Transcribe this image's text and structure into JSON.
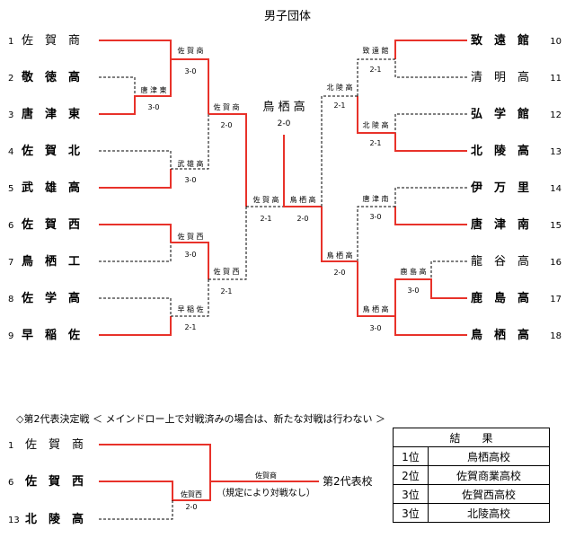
{
  "title": "男子団体",
  "left_teams": [
    {
      "seed": "1",
      "name": "佐　賀　商",
      "bold": false
    },
    {
      "seed": "2",
      "name": "敬　徳　高",
      "bold": true
    },
    {
      "seed": "3",
      "name": "唐　津　東",
      "bold": true
    },
    {
      "seed": "4",
      "name": "佐　賀　北",
      "bold": true
    },
    {
      "seed": "5",
      "name": "武　雄　高",
      "bold": true
    },
    {
      "seed": "6",
      "name": "佐　賀　西",
      "bold": true
    },
    {
      "seed": "7",
      "name": "鳥　栖　工",
      "bold": true
    },
    {
      "seed": "8",
      "name": "佐　学　高",
      "bold": true
    },
    {
      "seed": "9",
      "name": "早　稲　佐",
      "bold": true
    }
  ],
  "right_teams": [
    {
      "seed": "10",
      "name": "致　遠　館",
      "bold": true
    },
    {
      "seed": "11",
      "name": "清　明　高",
      "bold": false
    },
    {
      "seed": "12",
      "name": "弘　学　館",
      "bold": true
    },
    {
      "seed": "13",
      "name": "北　陵　高",
      "bold": true
    },
    {
      "seed": "14",
      "name": "伊　万　里",
      "bold": true
    },
    {
      "seed": "15",
      "name": "唐　津　南",
      "bold": true
    },
    {
      "seed": "16",
      "name": "龍　谷　高",
      "bold": false
    },
    {
      "seed": "17",
      "name": "鹿　島　高",
      "bold": true
    },
    {
      "seed": "18",
      "name": "鳥　栖　高",
      "bold": true
    }
  ],
  "match_labels": [
    {
      "winner": "佐 賀 商",
      "score": "3-0"
    },
    {
      "winner": "唐 津 東",
      "score": "3-0"
    },
    {
      "winner": "武 雄 高",
      "score": "3-0"
    },
    {
      "winner": "佐 賀 西",
      "score": "3-0"
    },
    {
      "winner": "早 稲 佐",
      "score": "2-1"
    },
    {
      "winner": "佐 賀 商",
      "score": "2-0"
    },
    {
      "winner": "佐 賀 西",
      "score": "2-1"
    },
    {
      "winner": "佐 賀 高",
      "score": "2-1"
    },
    {
      "winner": "致 遠 館",
      "score": "2-1"
    },
    {
      "winner": "北 陵 高",
      "score": "2-1"
    },
    {
      "winner": "唐 津 南",
      "score": "3-0"
    },
    {
      "winner": "鹿 島 高",
      "score": "3-0"
    },
    {
      "winner": "北 陵 高",
      "score": "2-1"
    },
    {
      "winner": "鳥 栖 高",
      "score": "3-0"
    },
    {
      "winner": "鳥 栖 高",
      "score": "2-0"
    },
    {
      "winner": "鳥 栖 高",
      "score": "2-0"
    }
  ],
  "champion": {
    "name": "鳥 栖 高",
    "score": "2-0"
  },
  "second_title": "◇第2代表決定戦 ＜ メインドロー上で対戦済みの場合は、新たな対戦は行わない ＞",
  "second_teams": [
    {
      "seed": "1",
      "name": "佐　賀　商",
      "bold": false
    },
    {
      "seed": "6",
      "name": "佐　賀　西",
      "bold": true
    },
    {
      "seed": "13",
      "name": "北　陵　高",
      "bold": true
    }
  ],
  "second_matches": {
    "semi": {
      "winner": "佐賀西",
      "score": "2-0"
    },
    "final": {
      "winner": "佐賀商",
      "note": "（規定により対戦なし）"
    },
    "result_label": "第2代表校"
  },
  "results": {
    "header": "結　　果",
    "rows": [
      {
        "rank": "1位",
        "school": "鳥栖高校"
      },
      {
        "rank": "2位",
        "school": "佐賀商業高校"
      },
      {
        "rank": "3位",
        "school": "佐賀西高校"
      },
      {
        "rank": "3位",
        "school": "北陵高校"
      }
    ]
  }
}
